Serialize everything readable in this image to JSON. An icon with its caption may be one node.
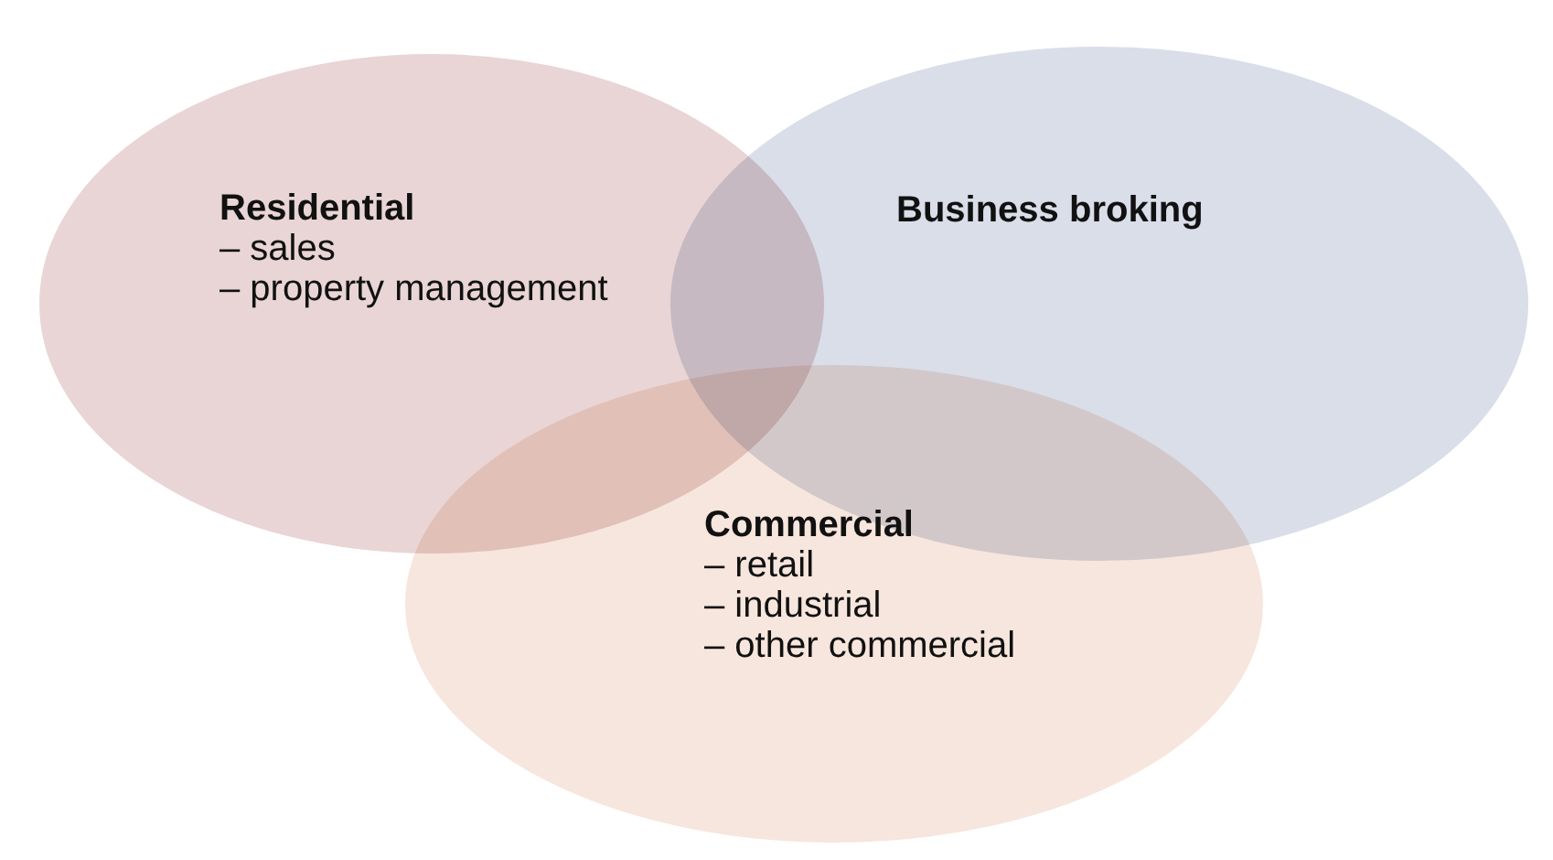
{
  "diagram": {
    "nodes": [
      {
        "text": [
          "Residential",
          "– sales",
          "– property management"
        ]
      },
      {
        "text": [
          "Business broking"
        ]
      },
      {
        "text": [
          "Commercial",
          "– retail",
          "– industrial",
          "– other commercial"
        ]
      }
    ]
  }
}
